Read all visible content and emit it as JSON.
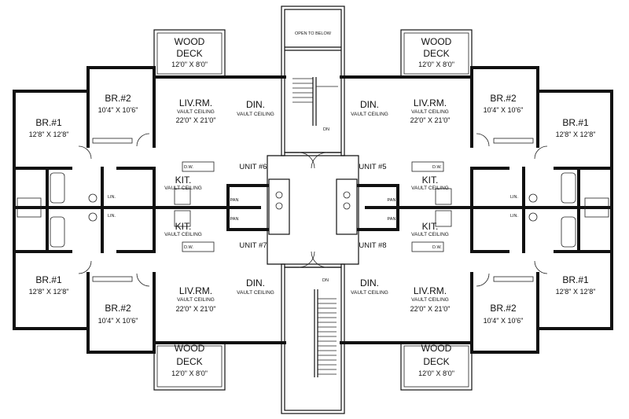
{
  "labels": {
    "wood_deck": [
      "WOOD",
      "DECK"
    ],
    "deck_dim": "12'0\" X 8'0\"",
    "br1": "BR.#1",
    "br1_dim": "12'8\" X 12'8\"",
    "br2": "BR.#2",
    "br2_dim": "10'4\" X 10'6\"",
    "liv": "LIV.RM.",
    "liv_dim": "22'0\" X 21'0\"",
    "din": "DIN.",
    "vault": "VAULT CEILING",
    "kit": "KIT.",
    "open_below": "OPEN TO BELOW",
    "dn": "DN",
    "pan": "PAN",
    "lin": "LIN.",
    "unit5": "UNIT #5",
    "unit6": "UNIT #6",
    "unit7": "UNIT #7",
    "unit8": "UNIT #8",
    "dw": "D.W."
  }
}
